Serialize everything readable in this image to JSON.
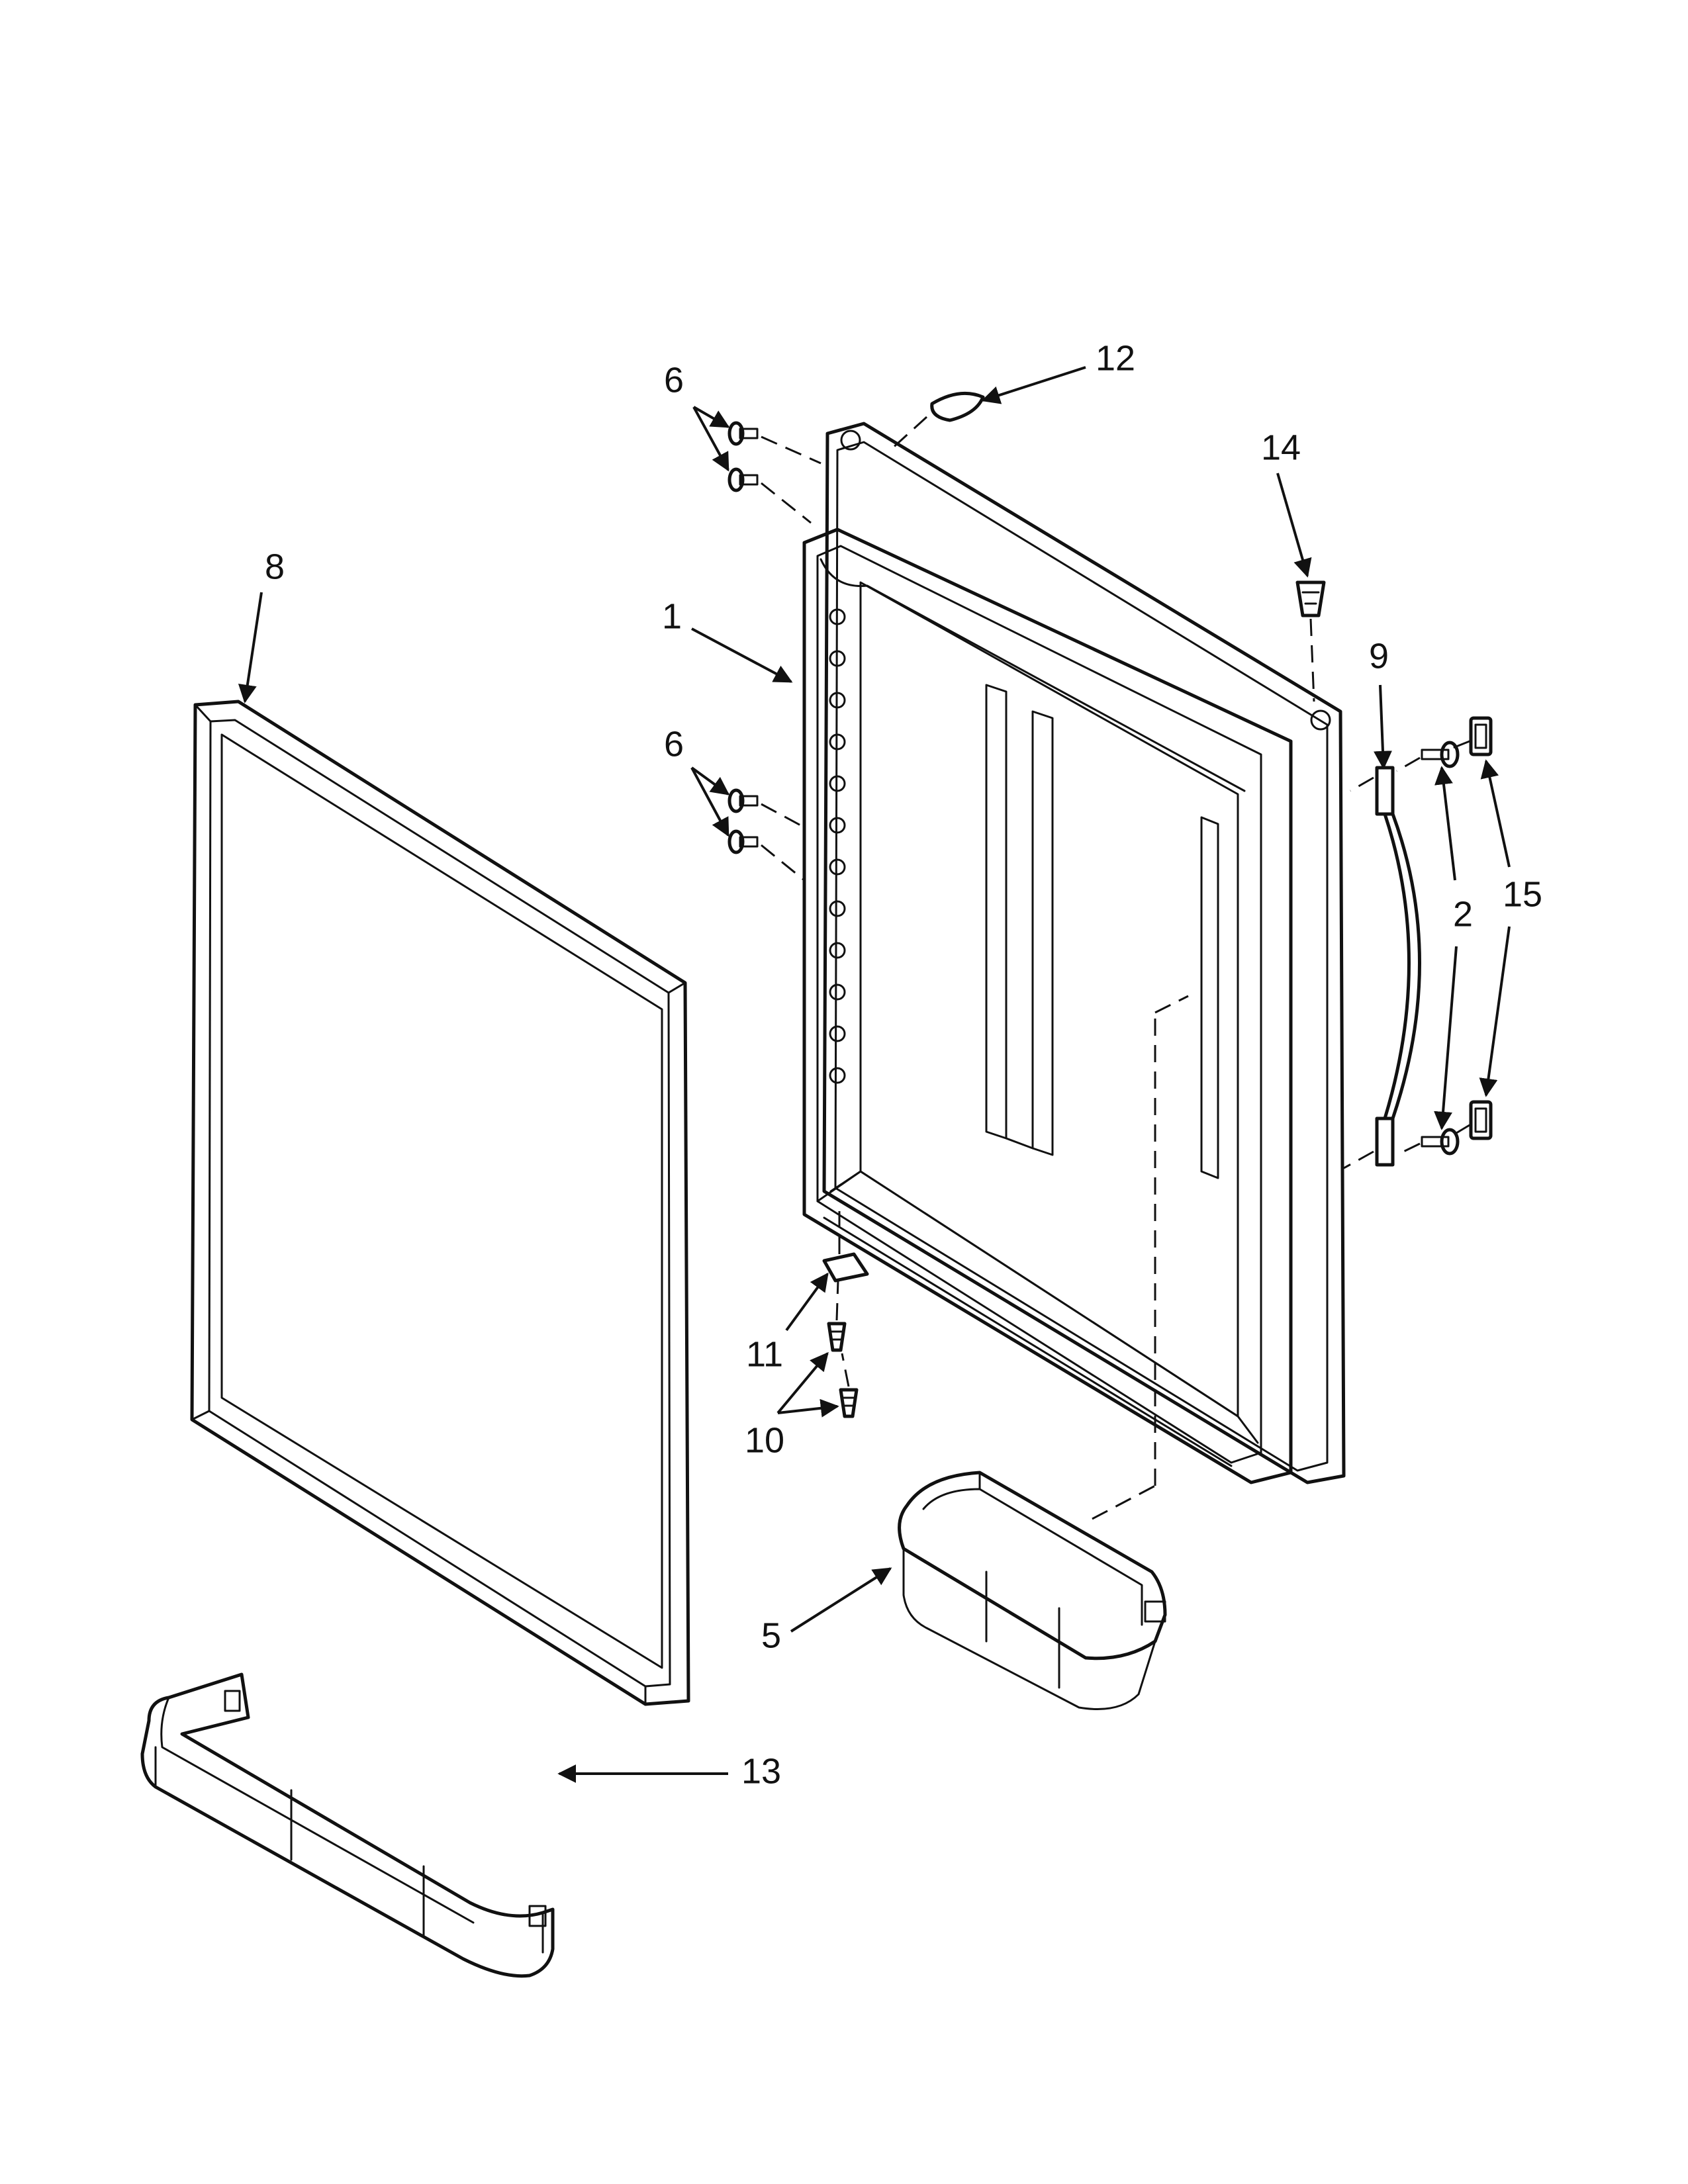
{
  "diagram": {
    "callouts": [
      {
        "id": "c1",
        "label": "1"
      },
      {
        "id": "c2",
        "label": "2"
      },
      {
        "id": "c5",
        "label": "5"
      },
      {
        "id": "c6a",
        "label": "6"
      },
      {
        "id": "c6b",
        "label": "6"
      },
      {
        "id": "c8",
        "label": "8"
      },
      {
        "id": "c9",
        "label": "9"
      },
      {
        "id": "c10",
        "label": "10"
      },
      {
        "id": "c11",
        "label": "11"
      },
      {
        "id": "c12",
        "label": "12"
      },
      {
        "id": "c13",
        "label": "13"
      },
      {
        "id": "c14",
        "label": "14"
      },
      {
        "id": "c15",
        "label": "15"
      }
    ]
  }
}
